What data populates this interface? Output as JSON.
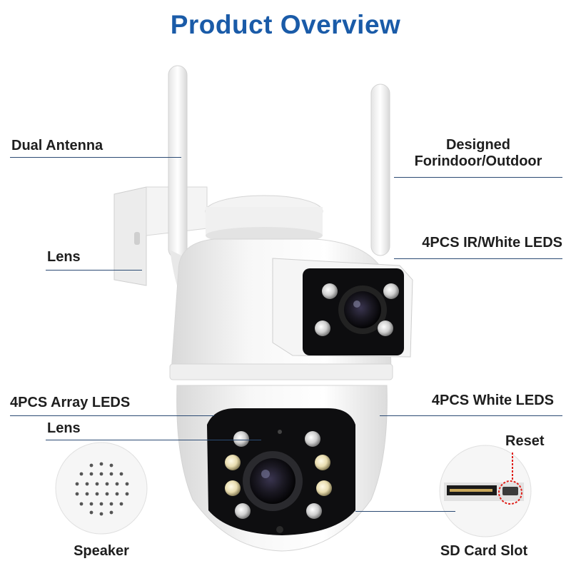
{
  "title": "Product Overview",
  "colors": {
    "title": "#1a5ba8",
    "line": "#2b4a73",
    "reset_circle": "#e0201a"
  },
  "labels": {
    "dual_antenna": "Dual Antenna",
    "designed_line1": "Designed",
    "designed_line2": "Forindoor/Outdoor",
    "lens_upper": "Lens",
    "ir_white_leds": "4PCS IR/White LEDS",
    "array_leds": "4PCS Array LEDS",
    "lens_lower": "Lens",
    "white_leds": "4PCS White LEDS",
    "reset": "Reset",
    "speaker": "Speaker",
    "sd_card_slot": "SD Card Slot"
  },
  "icons": [
    "wifi-antenna",
    "camera-lens",
    "led",
    "speaker-grille",
    "sd-card-slot",
    "reset-button"
  ]
}
